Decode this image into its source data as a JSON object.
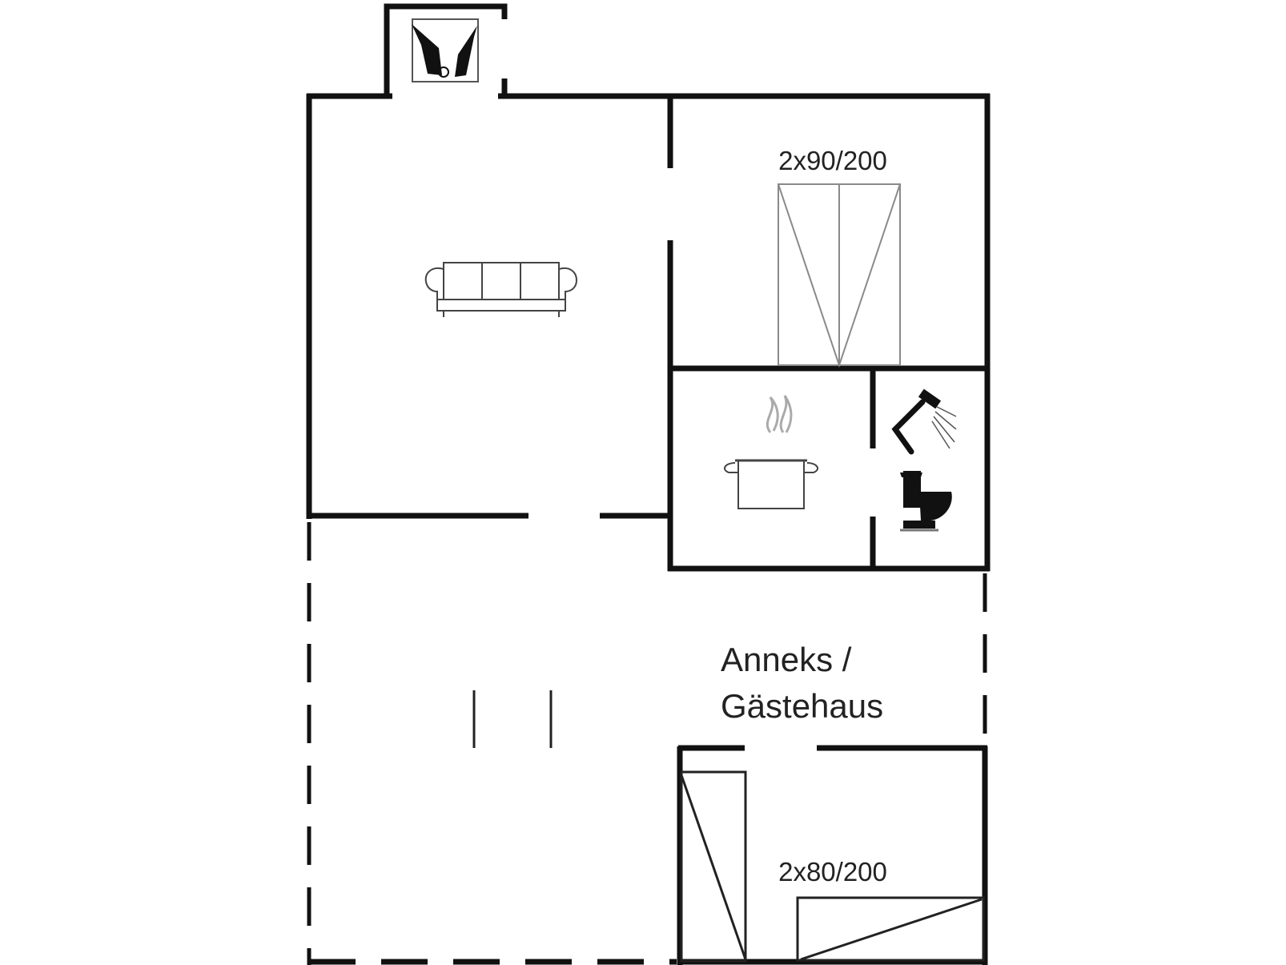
{
  "labels": {
    "bed_bedroom": "2x90/200",
    "bed_annex": "2x80/200",
    "annex_line1": "Anneks /",
    "annex_line2": "Gästehaus"
  },
  "icons": {
    "entrance": "fireplace-icon",
    "living": "sofa-icon",
    "kitchen": "cooking-pot-icon",
    "bath_shower": "shower-icon",
    "bath_toilet": "toilet-icon"
  },
  "colors": {
    "wall": "#111111",
    "furniture_outline": "#8a8a8a",
    "background": "#ffffff"
  }
}
